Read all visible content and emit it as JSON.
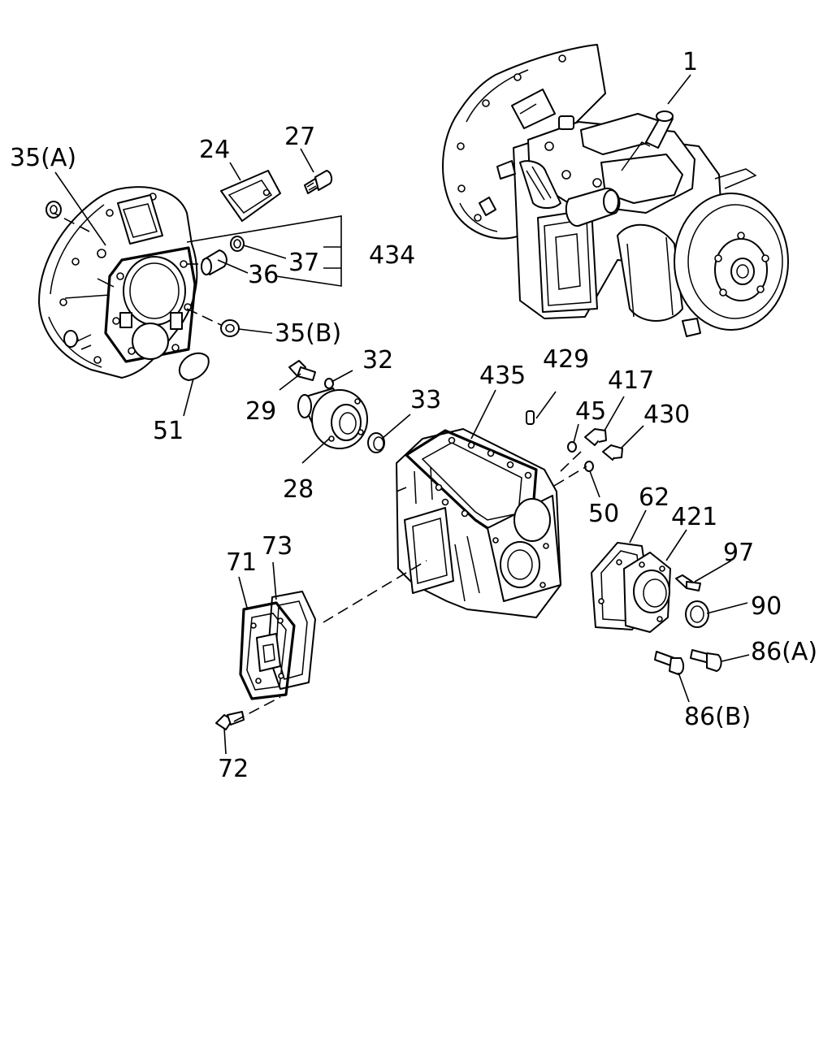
{
  "callouts": [
    {
      "id": "c1",
      "text": "1"
    },
    {
      "id": "c24",
      "text": "24"
    },
    {
      "id": "c27",
      "text": "27"
    },
    {
      "id": "c35a",
      "text": "35(A)"
    },
    {
      "id": "c434",
      "text": "434"
    },
    {
      "id": "c37",
      "text": "37"
    },
    {
      "id": "c36",
      "text": "36"
    },
    {
      "id": "c35b",
      "text": "35(B)"
    },
    {
      "id": "c51",
      "text": "51"
    },
    {
      "id": "c29",
      "text": "29"
    },
    {
      "id": "c32",
      "text": "32"
    },
    {
      "id": "c28",
      "text": "28"
    },
    {
      "id": "c33",
      "text": "33"
    },
    {
      "id": "c435",
      "text": "435"
    },
    {
      "id": "c429",
      "text": "429"
    },
    {
      "id": "c45",
      "text": "45"
    },
    {
      "id": "c417",
      "text": "417"
    },
    {
      "id": "c430",
      "text": "430"
    },
    {
      "id": "c50",
      "text": "50"
    },
    {
      "id": "c62",
      "text": "62"
    },
    {
      "id": "c421",
      "text": "421"
    },
    {
      "id": "c97",
      "text": "97"
    },
    {
      "id": "c90",
      "text": "90"
    },
    {
      "id": "c86a",
      "text": "86(A)"
    },
    {
      "id": "c86b",
      "text": "86(B)"
    },
    {
      "id": "c73",
      "text": "73"
    },
    {
      "id": "c71",
      "text": "71"
    },
    {
      "id": "c72",
      "text": "72"
    }
  ]
}
